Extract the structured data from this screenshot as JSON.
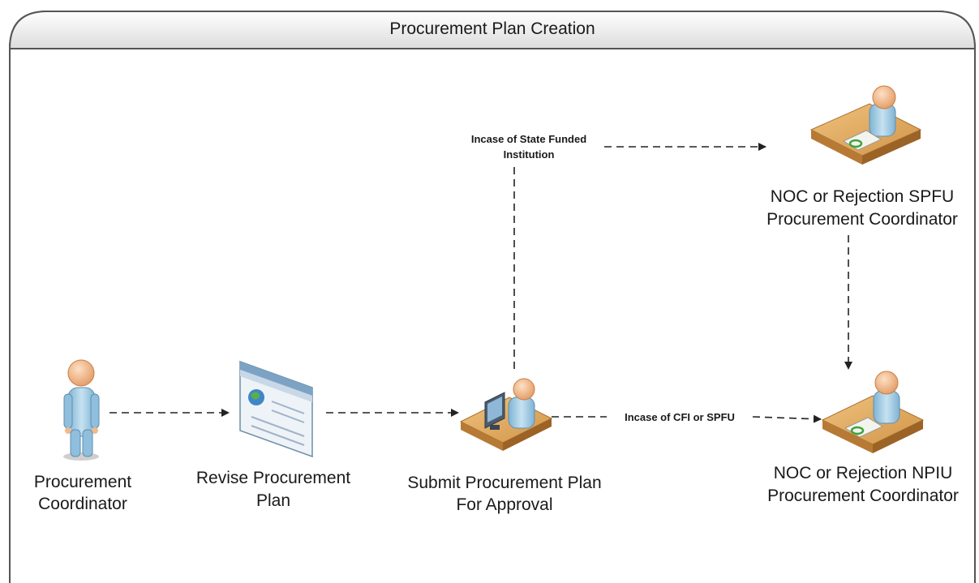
{
  "title": "Procurement Plan Creation",
  "nodes": {
    "coordinator": {
      "icon": "person-icon",
      "label": [
        "Procurement",
        "Coordinator"
      ]
    },
    "revise": {
      "icon": "web-page-icon",
      "label": [
        "Revise Procurement",
        "Plan"
      ]
    },
    "submit": {
      "icon": "user-at-computer-icon",
      "label": [
        "Submit Procurement Plan",
        "For Approval"
      ]
    },
    "spfu": {
      "icon": "user-at-desk-icon",
      "label": [
        "NOC or Rejection SPFU",
        "Procurement Coordinator"
      ]
    },
    "npiu": {
      "icon": "user-at-desk-icon",
      "label": [
        "NOC or Rejection NPIU",
        "Procurement Coordinator"
      ]
    }
  },
  "edges": {
    "state_funded": [
      "Incase of State Funded",
      "Institution"
    ],
    "cfi_spfu": "Incase of CFI or SPFU"
  },
  "colors": {
    "frame": "#555555",
    "person_skin": "#f2b98a",
    "person_body": "#a9d0e6",
    "desk": "#d29a52",
    "paper": "#f4f4ee",
    "stamp": "#3fa43b"
  }
}
